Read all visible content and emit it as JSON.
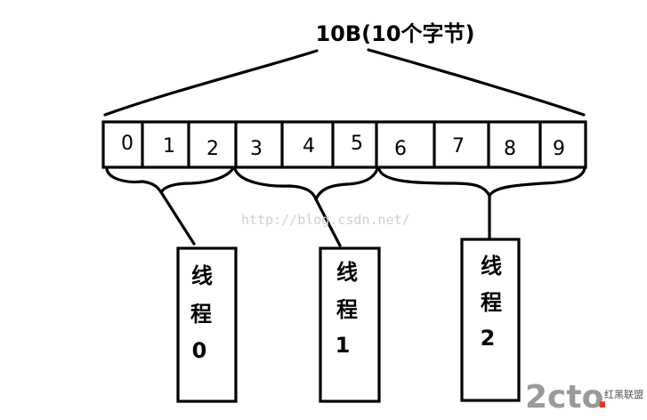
{
  "title": "10B(10个字节)",
  "bytes": [
    "0",
    "1",
    "2",
    "3",
    "4",
    "5",
    "6",
    "7",
    "8",
    "9"
  ],
  "threads": [
    {
      "chars": [
        "线",
        "程",
        "0"
      ]
    },
    {
      "chars": [
        "线",
        "程",
        "1"
      ]
    },
    {
      "chars": [
        "线",
        "程",
        "2"
      ]
    }
  ],
  "watermark": "http://blog.csdn.net/",
  "logo": {
    "main": "2cto",
    "accent": ".",
    "sub": "红黑联盟"
  }
}
